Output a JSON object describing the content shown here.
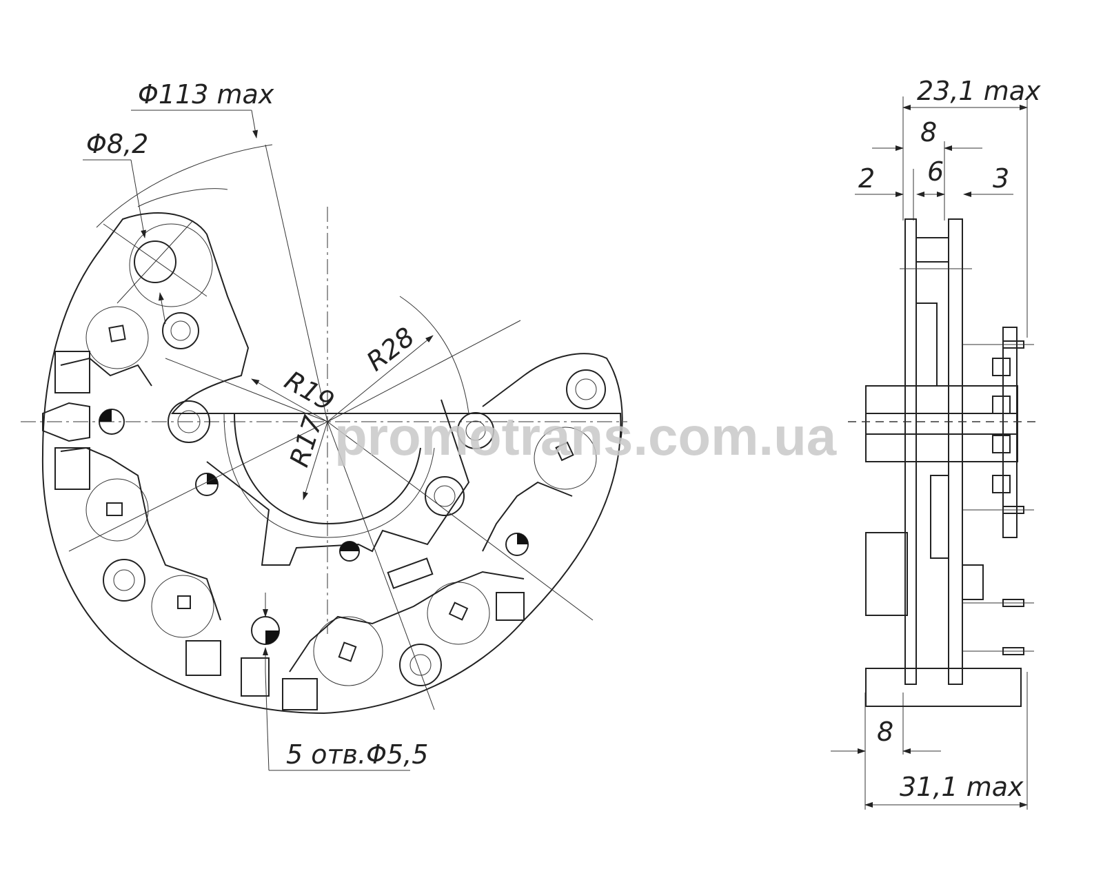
{
  "drawing": {
    "front_view": {
      "outer_diameter": "Φ113 max",
      "hole_diameter": "Φ8,2",
      "radius_outer": "R28",
      "radius_mid": "R19",
      "radius_inner": "R17",
      "mounting_holes": "5 отв.Φ5,5"
    },
    "side_view": {
      "total_width_top": "23,1 max",
      "dim_8_top": "8",
      "dim_2": "2",
      "dim_6": "6",
      "dim_3": "3",
      "dim_8_bottom": "8",
      "total_width_bottom": "31,1 max"
    },
    "watermark": "promotrans.com.ua"
  }
}
